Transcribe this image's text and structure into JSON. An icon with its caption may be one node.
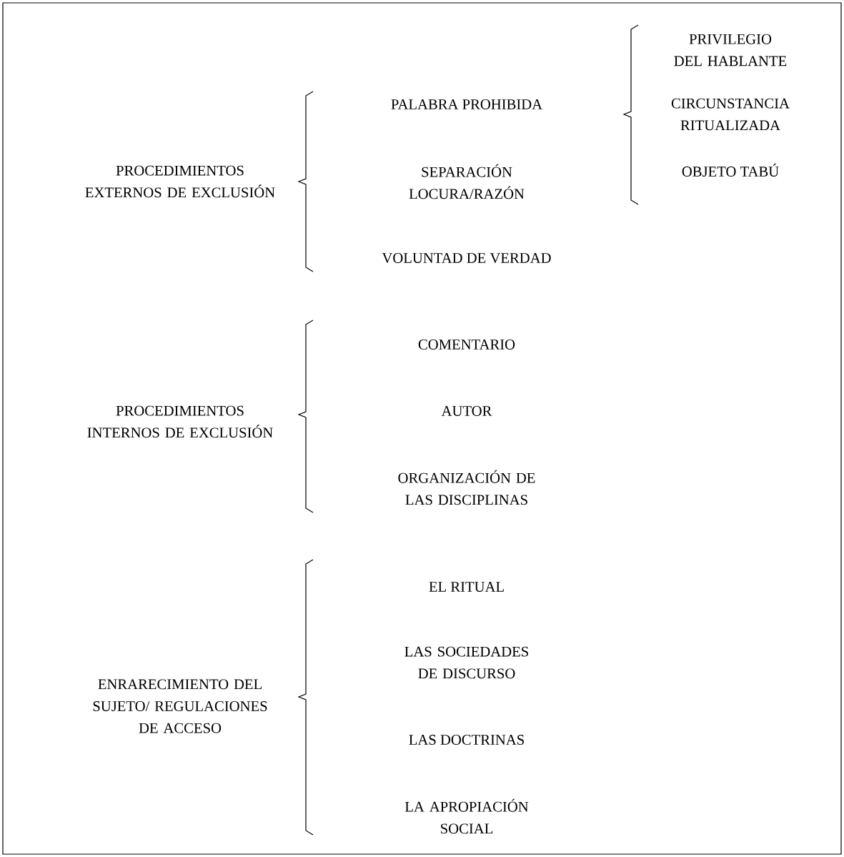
{
  "diagram": {
    "labels": [
      "PROCEDIMIENTOS EXTERNOS DE EXCLUSIÓN",
      "PALABRA PROHIBIDA",
      "PRIVILEGIO DEL HABLANTE",
      "CIRCUNSTANCIA RITUALIZADA",
      "OBJETO TABÚ",
      "SEPARACIÓN LOCURA/RAZÓN",
      "VOLUNTAD DE VERDAD",
      "PROCEDIMIENTOS INTERNOS DE EXCLUSIÓN",
      "COMENTARIO",
      "AUTOR",
      "ORGANIZACIÓN DE LAS DISCIPLINAS",
      "ENRARECIMIENTO DEL SUJETO/ REGULACIONES DE ACCESO",
      "EL RITUAL",
      "LAS SOCIEDADES DE DISCURSO",
      "LAS DOCTRINAS",
      "LA APROPIACIÓN SOCIAL"
    ]
  }
}
